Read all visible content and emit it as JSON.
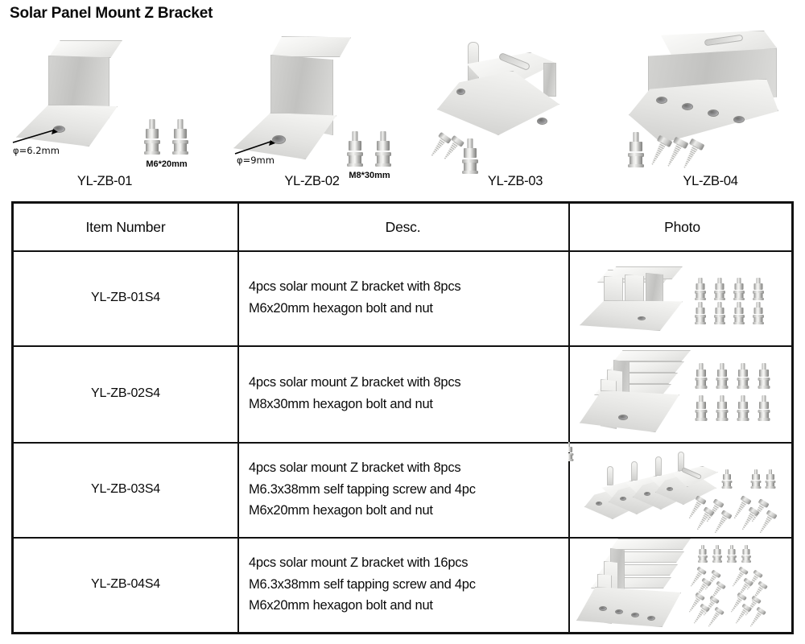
{
  "page_title": "Solar Panel Mount Z Bracket",
  "colors": {
    "metal_light": "#f2f2f0",
    "metal_mid": "#d8d8d6",
    "metal_dark": "#c2c2c0",
    "border": "#111111",
    "text": "#0a0a0a",
    "background": "#ffffff"
  },
  "gallery": {
    "items": [
      {
        "label": "YL-ZB-01",
        "hole_callout": "φ=6.2mm",
        "bolt_spec": "M6*20mm",
        "bolt_count": 2,
        "shape": "z-bracket-short-flange"
      },
      {
        "label": "YL-ZB-02",
        "hole_callout": "φ=9mm",
        "bolt_spec": "M8*30mm",
        "bolt_count": 2,
        "shape": "z-bracket-tall-flange"
      },
      {
        "label": "YL-ZB-03",
        "hole_callout": "",
        "bolt_spec": "",
        "bolt_count": 1,
        "screw_count": 2,
        "shape": "z-bracket-slotted-tab"
      },
      {
        "label": "YL-ZB-04",
        "hole_callout": "",
        "bolt_spec": "",
        "bolt_count": 1,
        "screw_count": 3,
        "shape": "z-bracket-long-4hole"
      }
    ]
  },
  "table": {
    "headers": {
      "item_number": "Item Number",
      "desc": "Desc.",
      "photo": "Photo"
    },
    "rows": [
      {
        "item_number": "YL-ZB-01S4",
        "desc_lines": [
          "4pcs solar mount Z bracket with 8pcs",
          "M6x20mm hexagon bolt and nut"
        ],
        "photo": {
          "brackets": 4,
          "bolts": 8,
          "screws": 0,
          "style": "stack-short"
        }
      },
      {
        "item_number": "YL-ZB-02S4",
        "desc_lines": [
          "4pcs solar mount Z bracket with 8pcs",
          "M8x30mm hexagon bolt and nut"
        ],
        "photo": {
          "brackets": 4,
          "bolts": 8,
          "screws": 0,
          "style": "stack-tall"
        }
      },
      {
        "item_number": "YL-ZB-03S4",
        "desc_lines": [
          "4pcs solar mount Z bracket with 8pcs",
          "M6.3x38mm self tapping screw and 4pc",
          "M6x20mm hexagon bolt and nut"
        ],
        "photo": {
          "brackets": 4,
          "bolts": 4,
          "screws": 8,
          "style": "row-slotted"
        }
      },
      {
        "item_number": "YL-ZB-04S4",
        "desc_lines": [
          "4pcs solar mount Z bracket with 16pcs",
          "M6.3x38mm self tapping screw and 4pc",
          "M6x20mm hexagon bolt and nut"
        ],
        "photo": {
          "brackets": 4,
          "bolts": 4,
          "screws": 16,
          "style": "stack-long"
        }
      }
    ]
  }
}
